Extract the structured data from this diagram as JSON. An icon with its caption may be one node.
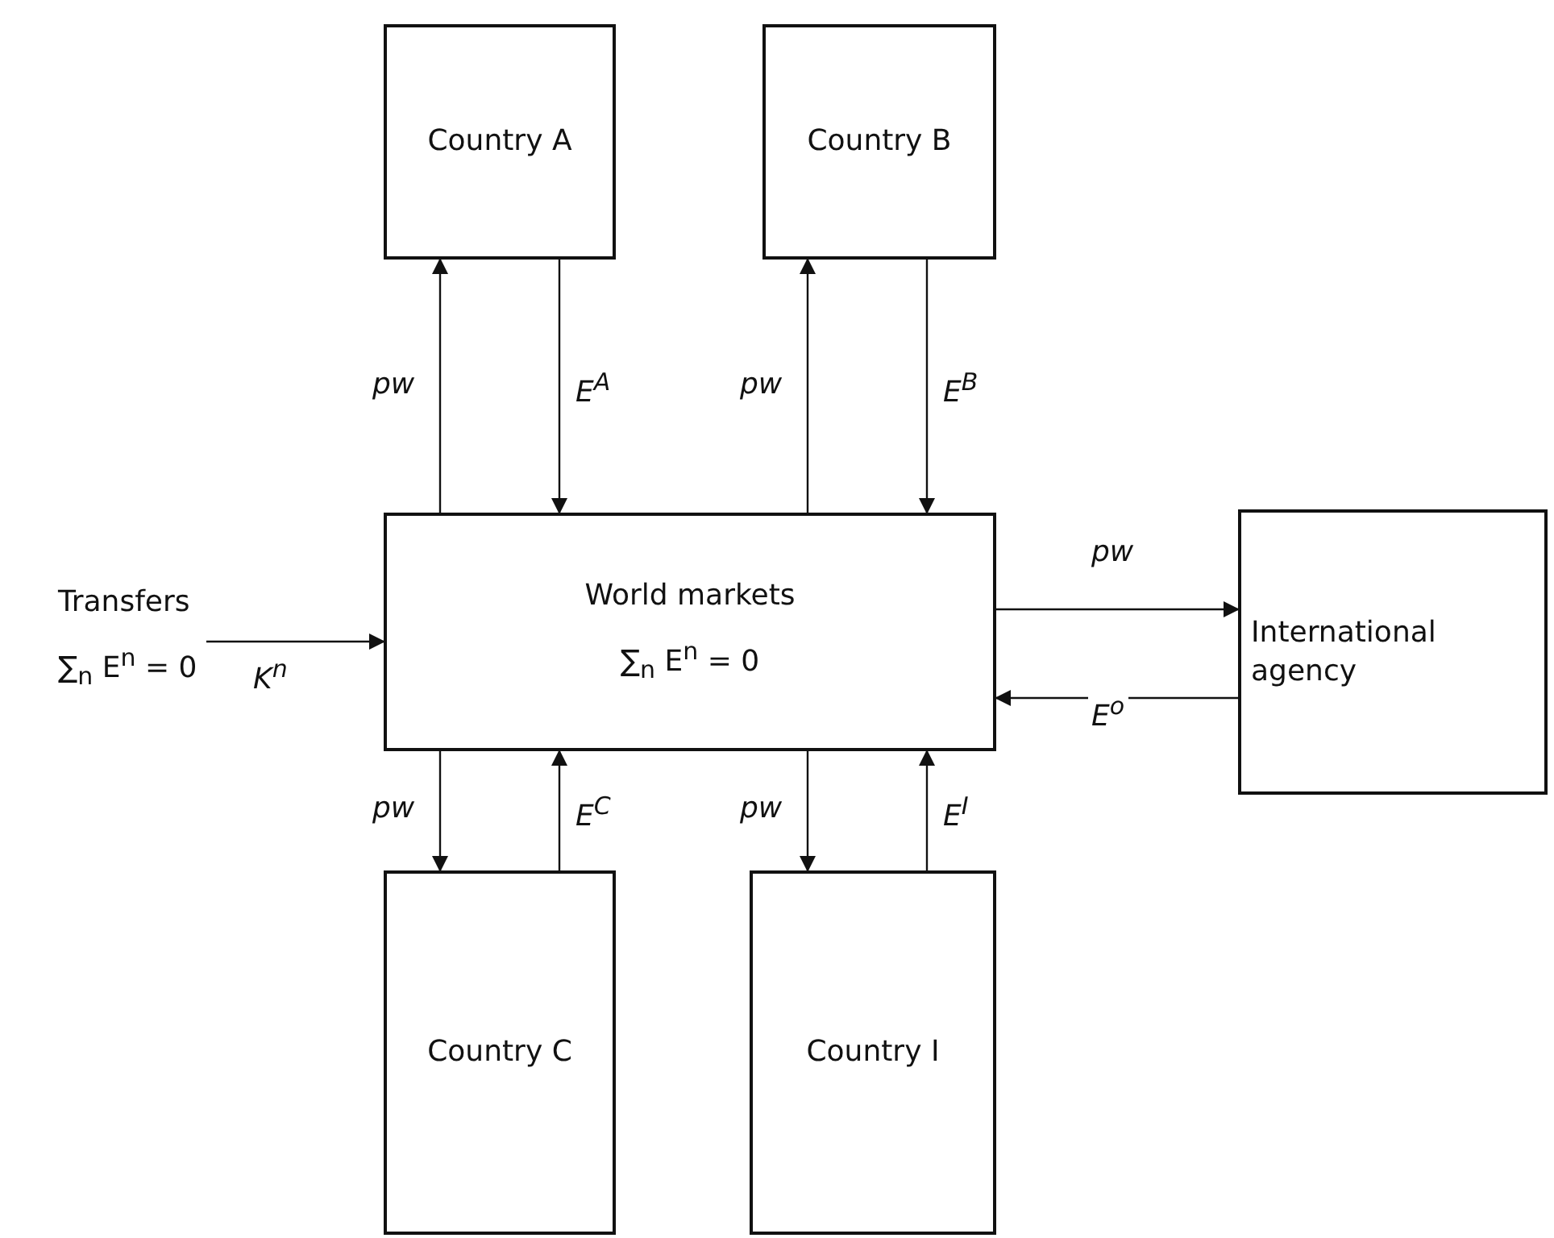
{
  "diagram": {
    "nodes": [
      {
        "text": [
          "Country A"
        ]
      },
      {
        "text": [
          "Country B"
        ]
      },
      {
        "text": [
          "World markets",
          "∑$_{n}$  E$^{n}$ = 0"
        ]
      },
      {
        "text": [
          "International agency"
        ]
      },
      {
        "text": [
          "Country C"
        ]
      },
      {
        "text": [
          "Country I"
        ]
      },
      {
        "text": [
          "Transfers",
          "∑$_{n}$  E$^{n}$ = 0"
        ]
      }
    ],
    "edges": [
      {
        "from": 2,
        "to": 0,
        "arrow": "to",
        "label": "pw"
      },
      {
        "from": 0,
        "to": 2,
        "arrow": "to",
        "label": "E$^{A}$"
      },
      {
        "from": 2,
        "to": 1,
        "arrow": "to",
        "label": "pw"
      },
      {
        "from": 1,
        "to": 2,
        "arrow": "to",
        "label": "E$^{B}$"
      },
      {
        "from": 2,
        "to": 3,
        "arrow": "to",
        "label": "pw"
      },
      {
        "from": 3,
        "to": 2,
        "arrow": "to",
        "label": "E$^{o}$"
      },
      {
        "from": 2,
        "to": 4,
        "arrow": "to",
        "label": "pw"
      },
      {
        "from": 4,
        "to": 2,
        "arrow": "to",
        "label": "E$^{C}$"
      },
      {
        "from": 2,
        "to": 5,
        "arrow": "to",
        "label": "pw"
      },
      {
        "from": 5,
        "to": 2,
        "arrow": "to",
        "label": "E$^{I}$"
      },
      {
        "from": 6,
        "to": 2,
        "arrow": "to",
        "label": "K$^{n}$"
      }
    ]
  }
}
